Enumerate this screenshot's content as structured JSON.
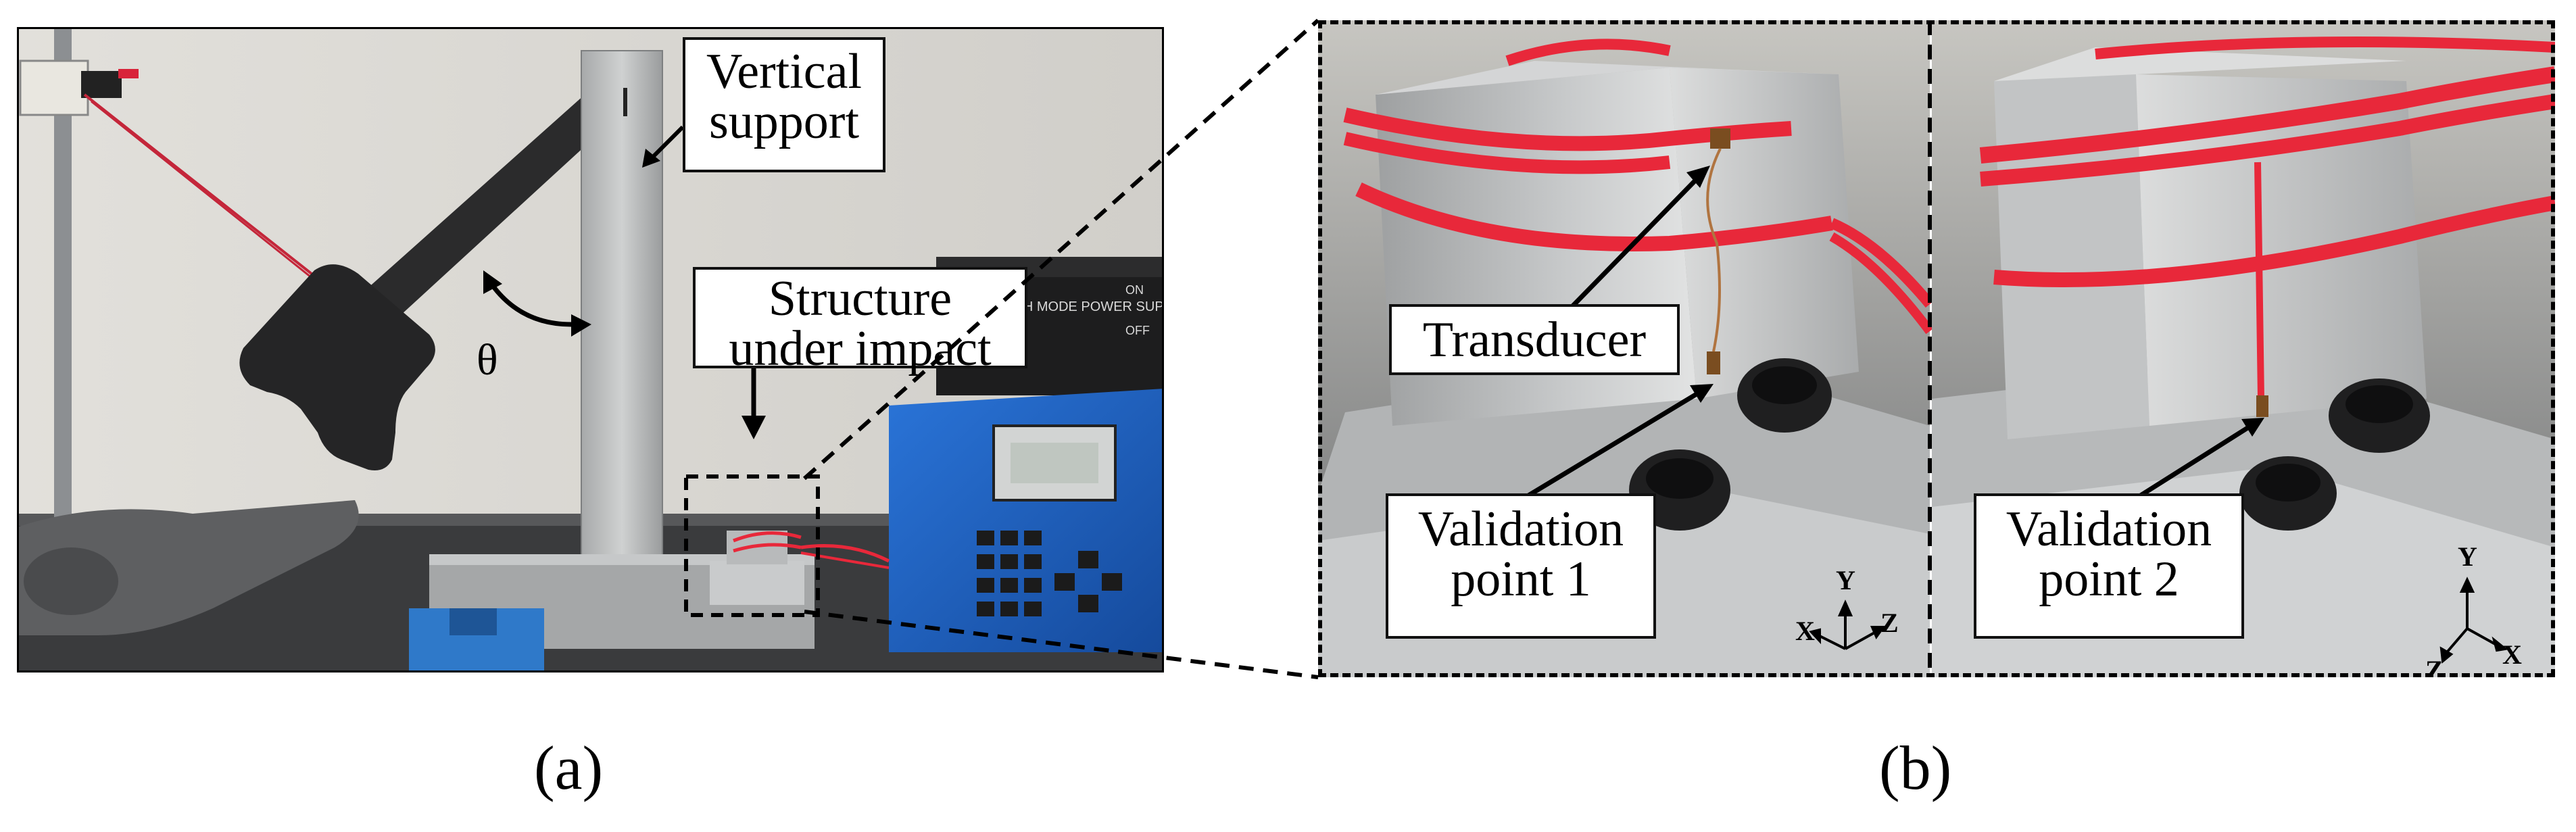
{
  "panels": {
    "a": {
      "caption": "(a)",
      "labels": {
        "vertical_support": "Vertical\nsupport",
        "structure_under_impact": "Structure\nunder impact",
        "angle": "θ"
      },
      "equipment_text": {
        "psu_line1": "DC SWITCH MODE POWER SUPPLY",
        "psu_on": "ON",
        "psu_off": "OFF"
      }
    },
    "b": {
      "caption": "(b)",
      "labels": {
        "transducer": "Transducer",
        "validation_point_1": "Validation\npoint 1",
        "validation_point_2": "Validation\npoint 2"
      },
      "axes_1": {
        "x": "X",
        "y": "Y",
        "z": "Z"
      },
      "axes_2": {
        "x": "X",
        "y": "Y",
        "z": "Z"
      }
    }
  },
  "colors": {
    "wire_red": "#e8283a",
    "aluminum": "#b9bcbd",
    "instrument_blue": "#1d5fc4",
    "hammer": "#2a2a2a",
    "wall": "#d9d7d2"
  }
}
